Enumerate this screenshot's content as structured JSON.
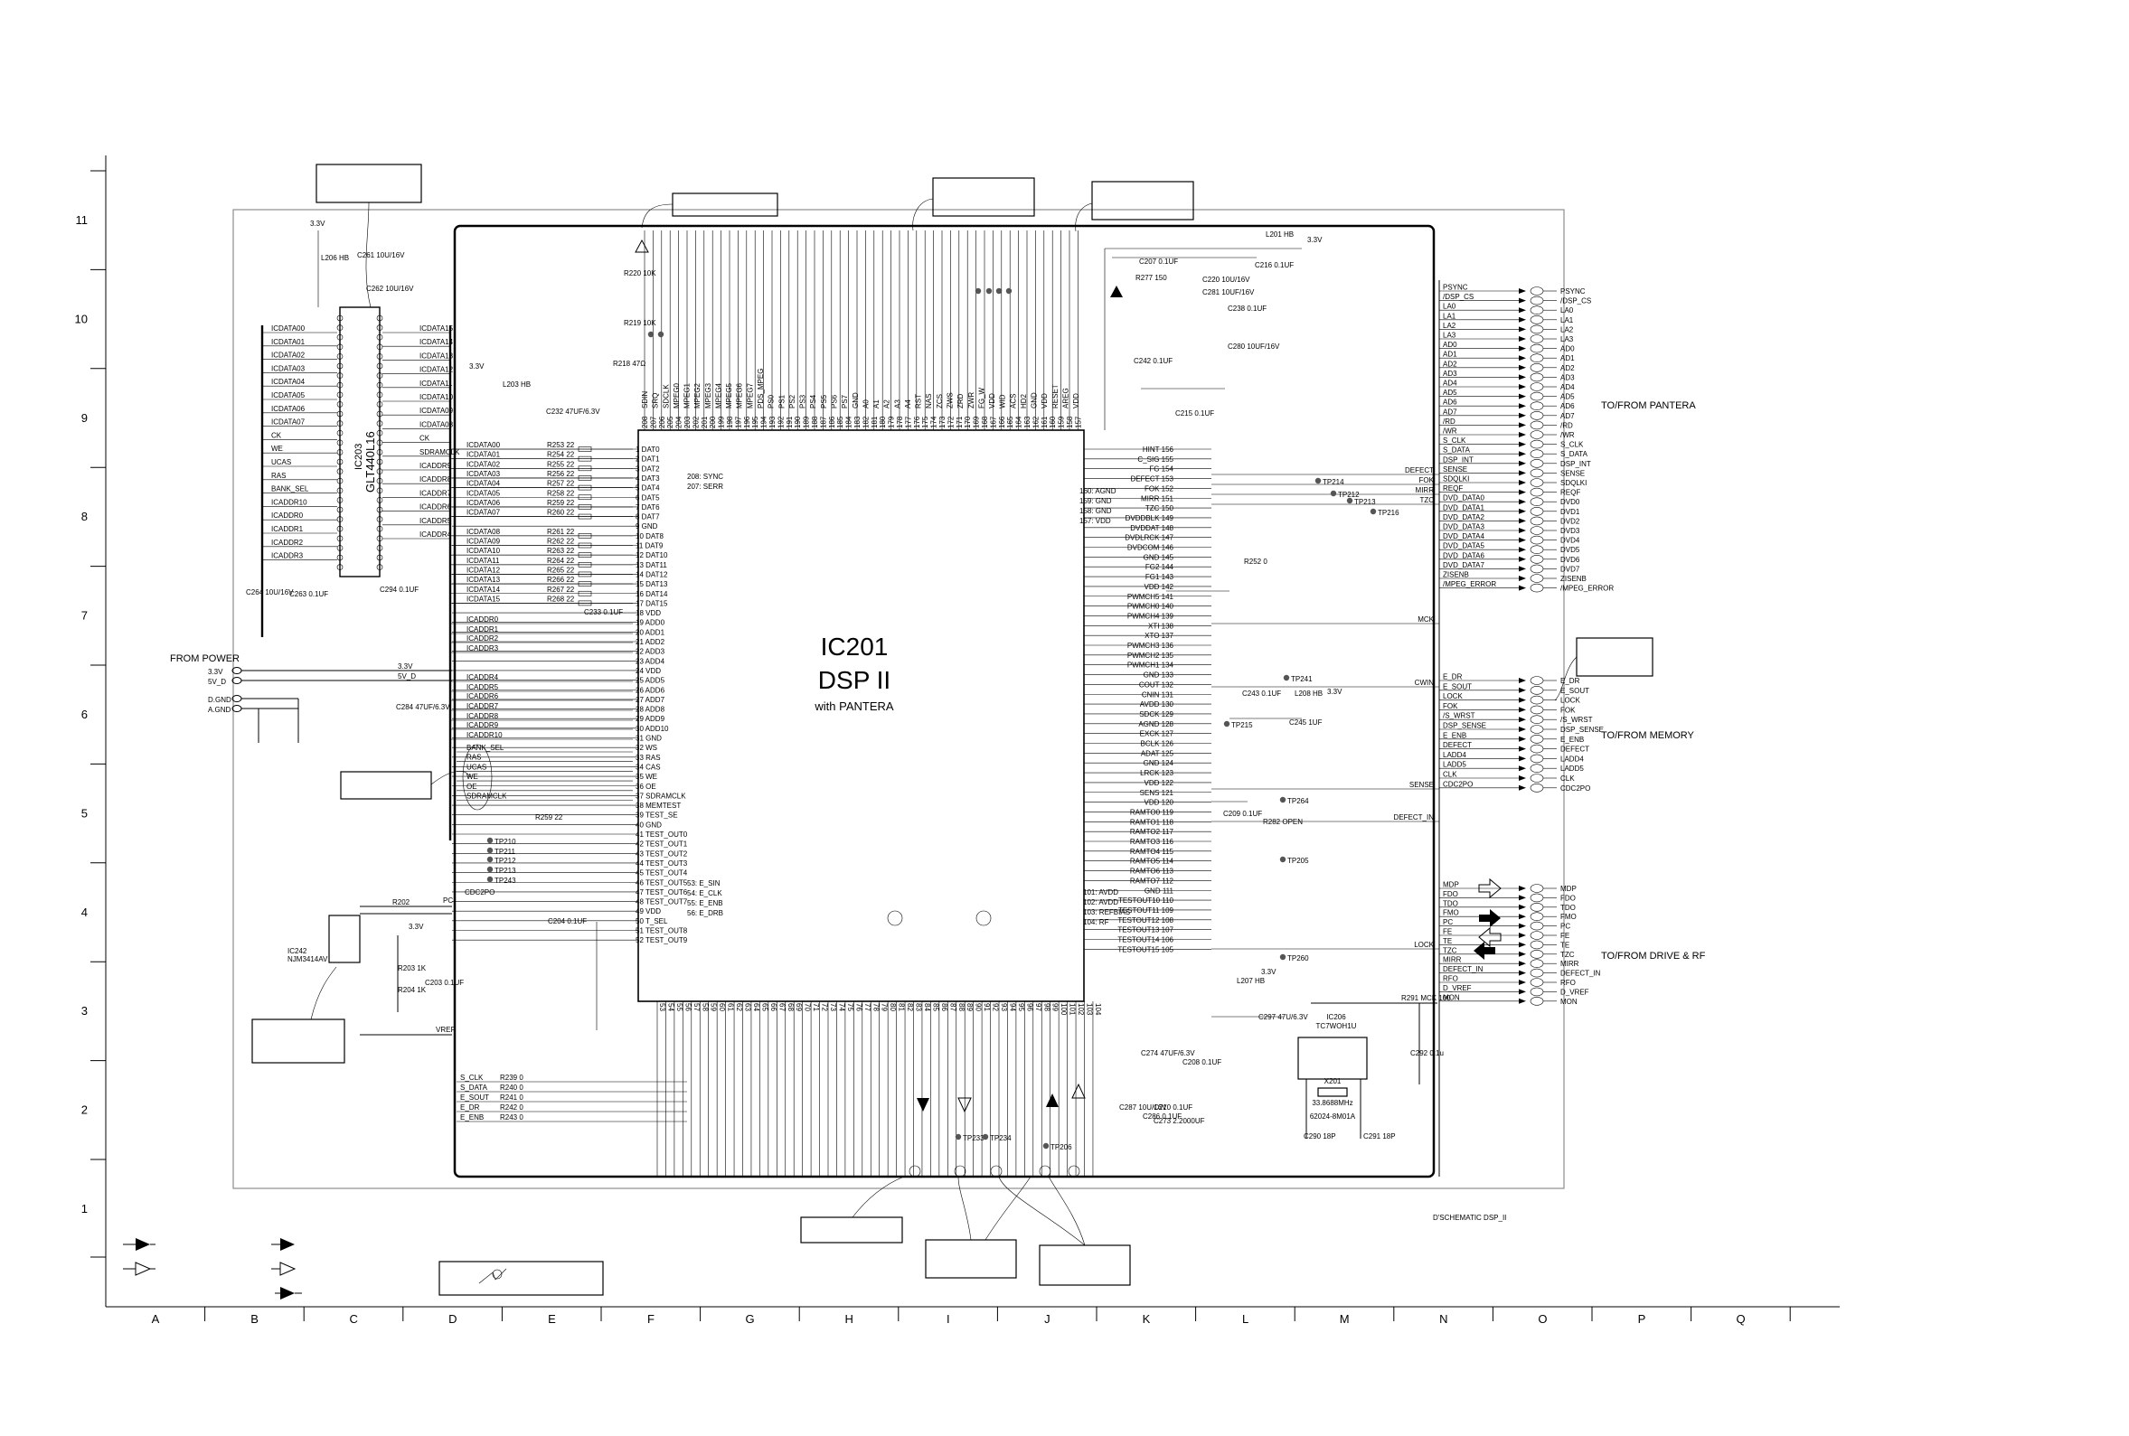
{
  "grid": {
    "rows": [
      "11",
      "10",
      "9",
      "8",
      "7",
      "6",
      "5",
      "4",
      "3",
      "2",
      "1"
    ],
    "cols": [
      "A",
      "B",
      "C",
      "D",
      "E",
      "F",
      "G",
      "H",
      "I",
      "J",
      "K",
      "L",
      "M",
      "N",
      "O",
      "P",
      "Q"
    ]
  },
  "chip": {
    "ref": "IC201",
    "name": "DSP II",
    "subtitle": "with PANTERA"
  },
  "memory_chip": {
    "ref": "IC203",
    "part": "GLT440L16"
  },
  "left_pins": [
    "1 DAT0",
    "2 DAT1",
    "3 DAT2",
    "4 DAT3",
    "5 DAT4",
    "6 DAT5",
    "7 DAT6",
    "8 DAT7",
    "9 GND",
    "10 DAT8",
    "11 DAT9",
    "12 DAT10",
    "13 DAT11",
    "14 DAT12",
    "15 DAT13",
    "16 DAT14",
    "17 DAT15",
    "18 VDD",
    "19 ADD0",
    "20 ADD1",
    "21 ADD2",
    "22 ADD3",
    "23 ADD4",
    "24 VDD",
    "25 ADD5",
    "26 ADD6",
    "27 ADD7",
    "28 ADD8",
    "29 ADD9",
    "30 ADD10",
    "31 GND",
    "32 WS",
    "33 RAS",
    "34 CAS",
    "35 WE",
    "36 OE",
    "37 SDRAMCLK",
    "38 MEMTEST",
    "39 TEST_SE",
    "40 GND",
    "41 TEST_OUT0",
    "42 TEST_OUT1",
    "43 TEST_OUT2",
    "44 TEST_OUT3",
    "45 TEST_OUT4",
    "46 TEST_OUT5",
    "47 TEST_OUT6",
    "48 TEST_OUT7",
    "49 VDD",
    "50 T_SEL",
    "51 TEST_OUT8",
    "52 TEST_OUT9"
  ],
  "right_pins": [
    "HINT 156",
    "C_SIG 155",
    "FG 154",
    "DEFECT 153",
    "FOK 152",
    "MIRR 151",
    "TZC 150",
    "DVDDBLK 149",
    "DVDDAT 148",
    "DVDLRCK 147",
    "DVDCOM 146",
    "GND 145",
    "FG2 144",
    "FG1 143",
    "VDD 142",
    "PWMCH5 141",
    "PWMCH0 140",
    "PWMCH4 139",
    "XTI 138",
    "XTO 137",
    "PWMCH3 136",
    "PWMCH2 135",
    "PWMCH1 134",
    "GND 133",
    "COUT 132",
    "CNIN 131",
    "AVDD 130",
    "SDCK 129",
    "AGND 128",
    "EXCK 127",
    "BCLK 126",
    "ADAT 125",
    "GND 124",
    "LRCK 123",
    "VDD 122",
    "SENS 121",
    "VDD 120",
    "RAMTO0 119",
    "RAMTO1 118",
    "RAMTO2 117",
    "RAMTO3 116",
    "RAMTO4 115",
    "RAMTO5 114",
    "RAMTO6 113",
    "RAMTO7 112",
    "GND 111",
    "TESTOUT10 110",
    "TESTOUT11 109",
    "TESTOUT12 108",
    "TESTOUT13 107",
    "TESTOUT14 106",
    "TESTOUT15 105"
  ],
  "top_pins": [
    "208",
    "207",
    "206",
    "205",
    "204",
    "203",
    "202",
    "201",
    "200",
    "199",
    "198",
    "197",
    "196",
    "195",
    "194",
    "193",
    "192",
    "191",
    "190",
    "189",
    "188",
    "187",
    "186",
    "185",
    "184",
    "183",
    "182",
    "181",
    "180",
    "179",
    "178",
    "177",
    "176",
    "175",
    "174",
    "173",
    "172",
    "171",
    "170",
    "169",
    "168",
    "167",
    "166",
    "165",
    "164",
    "163",
    "162",
    "161",
    "160",
    "159",
    "158",
    "157"
  ],
  "top_pin_names": [
    "SDIN",
    "SRQ",
    "SDCLK",
    "MPEG0",
    "MPEG1",
    "MPEG2",
    "MPEG3",
    "MPEG4",
    "MPEG5",
    "MPEG6",
    "MPEG7",
    "PDS_MPEG",
    "PS0",
    "PS1",
    "PS2",
    "PS3",
    "PS4",
    "PS5",
    "PS6",
    "PS7",
    "GND",
    "A0",
    "A1",
    "A2",
    "A3",
    "A4",
    "RST",
    "NAS",
    "ZCS",
    "ZWS",
    "ZRD",
    "ZWR",
    "FG_W",
    "VDD",
    "WID",
    "ACS",
    "HD2",
    "GND",
    "VDD",
    "RESET",
    "AREG",
    "VDD"
  ],
  "bottom_pins": [
    "53",
    "54",
    "55",
    "56",
    "57",
    "58",
    "59",
    "60",
    "61",
    "62",
    "63",
    "64",
    "65",
    "66",
    "67",
    "68",
    "69",
    "70",
    "71",
    "72",
    "73",
    "74",
    "75",
    "76",
    "77",
    "78",
    "79",
    "80",
    "81",
    "82",
    "83",
    "84",
    "85",
    "86",
    "87",
    "88",
    "89",
    "90",
    "91",
    "92",
    "93",
    "94",
    "95",
    "96",
    "97",
    "98",
    "99",
    "100",
    "101",
    "102",
    "103",
    "104"
  ],
  "pin_notes_left": [
    "208: SYNC",
    "207: SERR"
  ],
  "pin_notes_test": [
    "53: E_SIN",
    "54: E_CLK",
    "55: E_ENB",
    "56: E_DRB"
  ],
  "pin_notes_right": [
    "160: AGND",
    "159: GND",
    "158: GND",
    "157: VDD"
  ],
  "pin_notes_bottom": [
    "101: AVDD",
    "102: AVDD",
    "103: REFBIAS",
    "104: RF"
  ],
  "left_bus_labels": [
    "ICDATA00",
    "ICDATA01",
    "ICDATA02",
    "ICDATA03",
    "ICDATA04",
    "ICDATA05",
    "ICDATA06",
    "ICDATA07",
    "ICDATA08",
    "ICDATA09",
    "ICDATA10",
    "ICDATA11",
    "ICDATA12",
    "ICDATA13",
    "ICDATA14",
    "ICDATA15"
  ],
  "mem_left_labels": [
    "ICDATA00",
    "ICDATA01",
    "ICDATA02",
    "ICDATA03",
    "ICDATA04",
    "ICDATA05",
    "ICDATA06",
    "ICDATA07",
    "CK",
    "WE",
    "UCAS",
    "RAS",
    "BANK_SEL",
    "ICADDR10",
    "ICADDR0",
    "ICADDR1",
    "ICADDR2",
    "ICADDR3"
  ],
  "mem_right_labels": [
    "ICDATA15",
    "ICDATA14",
    "ICDATA13",
    "ICDATA12",
    "ICDATA11",
    "ICDATA10",
    "ICDATA09",
    "ICDATA08",
    "CK",
    "SDRAMCLK",
    "ICADDR9",
    "ICADDR8",
    "ICADDR7",
    "ICADDR6",
    "ICADDR5",
    "ICADDR4"
  ],
  "addr_labels": [
    "ICADDR0",
    "ICADDR1",
    "ICADDR2",
    "ICADDR3",
    "ICADDR4",
    "ICADDR5",
    "ICADDR6",
    "ICADDR7",
    "ICADDR8",
    "ICADDR9",
    "ICADDR10"
  ],
  "ctrl_labels": [
    "BANK_SEL",
    "RAS",
    "UCAS",
    "WE",
    "OE",
    "SDRAMCLK"
  ],
  "resistors_left": [
    "R253 22",
    "R254 22",
    "R255 22",
    "R256 22",
    "R257 22",
    "R258 22",
    "R259 22",
    "R260 22",
    "R261 22",
    "R262 22",
    "R263 22",
    "R264 22",
    "R265 22",
    "R266 22",
    "R267 22",
    "R268 22"
  ],
  "right_connector": {
    "heading_top": "TO/FROM PANTERA",
    "heading_mid": "TO/FROM MEMORY",
    "heading_bot": "TO/FROM DRIVE & RF",
    "group1": [
      "PSYNC",
      "/DSP_CS",
      "LA0",
      "LA1",
      "LA2",
      "LA3",
      "AD0",
      "AD1",
      "AD2",
      "AD3",
      "AD4",
      "AD5",
      "AD6",
      "AD7",
      "/RD",
      "/WR",
      "S_CLK",
      "S_DATA",
      "DSP_INT",
      "SENSE",
      "SDQLKI",
      "REQF",
      "DVD0",
      "DVD1",
      "DVD2",
      "DVD3",
      "DVD4",
      "DVD5",
      "DVD6",
      "DVD7",
      "ZISENB",
      "/MPEG_ERROR"
    ],
    "group1_wires": [
      "PSYNC",
      "/DSP_CS",
      "LA0",
      "LA1",
      "LA2",
      "LA3",
      "AD0",
      "AD1",
      "AD2",
      "AD3",
      "AD4",
      "AD5",
      "AD6",
      "AD7",
      "/RD",
      "/WR",
      "S_CLK",
      "S_DATA",
      "DSP_INT",
      "SENSE",
      "SDQLKI",
      "REQF",
      "DVD_DATA0",
      "DVD_DATA1",
      "DVD_DATA2",
      "DVD_DATA3",
      "DVD_DATA4",
      "DVD_DATA5",
      "DVD_DATA6",
      "DVD_DATA7",
      "ZISENB",
      "/MPEG_ERROR"
    ],
    "group2": [
      "E_DR",
      "E_SOUT",
      "LOCK",
      "FOK",
      "/S_WRST",
      "DSP_SENSE",
      "E_ENB",
      "DEFECT",
      "LADD4",
      "LADD5",
      "CLK",
      "CDC2PO"
    ],
    "group3": [
      "MDP",
      "FDO",
      "TDO",
      "FMO",
      "PC",
      "FE",
      "TE",
      "TZC",
      "MIRR",
      "DEFECT_IN",
      "RFO",
      "D_VREF",
      "MON"
    ]
  },
  "right_side_signals": [
    "DEFECT",
    "FOK",
    "MIRR",
    "TZC",
    "MCK",
    "CWIN",
    "SENSE",
    "DEFECT_IN",
    "LOCK"
  ],
  "test_points": [
    "TP214",
    "TP212",
    "TP213",
    "TP216",
    "TP215",
    "TP241",
    "TP264",
    "TP205",
    "TP260",
    "TP210",
    "TP211",
    "TP212",
    "TP213",
    "TP243",
    "TP233",
    "TP234",
    "TP206"
  ],
  "power": {
    "v33": "3.3V",
    "v5": "5V_D",
    "label_from_power": "FROM POWER",
    "power_pins": [
      "3.3V",
      "5V_D",
      "D.GND",
      "A.GND"
    ]
  },
  "bottom_left_signals": [
    "S_CLK",
    "S_DATA",
    "E_SOUT",
    "E_DR",
    "E_ENB"
  ],
  "bottom_left_res": [
    "R239 0",
    "R240 0",
    "R241 0",
    "R242 0",
    "R243 0"
  ],
  "regulator": {
    "ref": "IC242",
    "part": "NJM3414AV",
    "r202": "R202",
    "r203": "R203 1K",
    "r204": "R204 1K",
    "c203": "C203 0.1UF",
    "vref": "VREF",
    "pc": "PC",
    "cdc": "CDC2PO"
  },
  "oscillator": {
    "ic": "IC206",
    "part": "TC7WOH1U",
    "crystal": "X201",
    "freq": "33.8688MHz",
    "res": "62024-8M01A",
    "c290": "C290 18P",
    "c291": "C291 18P",
    "c292": "C292 0.1u",
    "r291": "R291 MCK 100"
  },
  "caps_misc": [
    "C261 10U/16V",
    "C262 10U/16V",
    "C263 0.1UF",
    "C264 10U/16V",
    "C294 0.1UF",
    "C232 47UF/6.3V",
    "C233 0.1UF",
    "C284 47UF/6.3V",
    "C204 0.1UF",
    "C207 0.1UF",
    "C215 0.1UF",
    "C216 0.1UF",
    "C220 10U/16V",
    "C238 0.1UF",
    "C280 10UF/16V",
    "C281 10UF/16V",
    "C242 0.1UF",
    "C243 0.1UF",
    "C245 1UF",
    "C209 0.1UF",
    "C297 47U/6.3V",
    "C208 0.1UF",
    "C274 47UF/6.3V",
    "C287 10U/16V",
    "C286 0.1UF",
    "C210 0.1UF",
    "C273 2.2000UF"
  ],
  "inductors": [
    "L206 HB",
    "L201 HB",
    "L203 HB",
    "L208 HB",
    "L207 HB"
  ],
  "misc_labels": [
    "R282 OPEN",
    "R252 0",
    "R259 22",
    "R220 10K",
    "R219 10K",
    "R218 47Ω",
    "R277 150",
    "D'SCHEMATIC DSP_II"
  ],
  "footer_title": "D'SCHEMATIC DSP_II",
  "callout_boxes": 10
}
